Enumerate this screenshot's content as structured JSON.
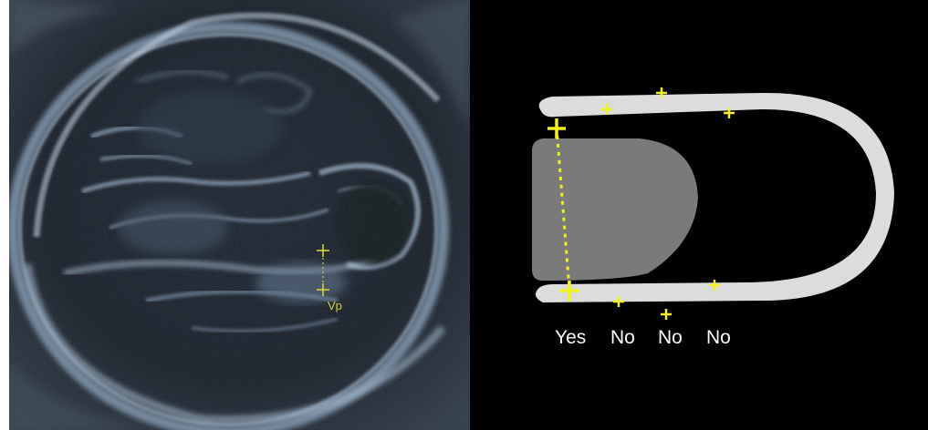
{
  "ultrasound": {
    "marker_label": "Vp"
  },
  "diagram": {
    "labels": [
      "Yes",
      "No",
      "No",
      "No"
    ]
  },
  "colors": {
    "caliper": "#f2f21a",
    "shell": "#dcdcdc",
    "fill": "#7a7a7a",
    "background": "#000000"
  }
}
